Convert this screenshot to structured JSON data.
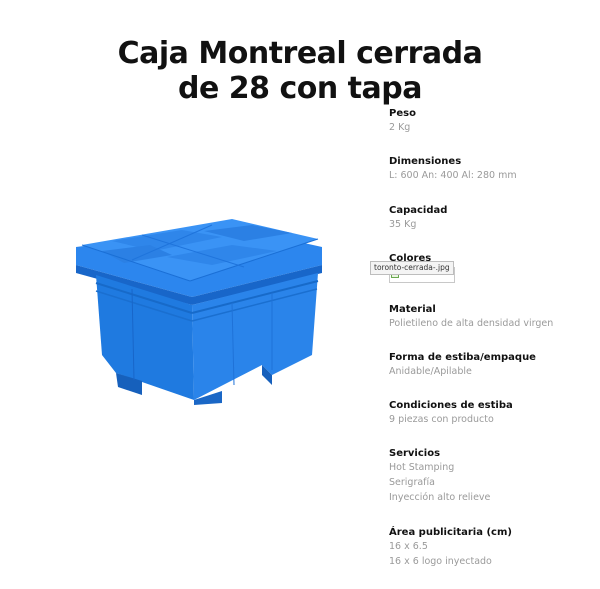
{
  "page": {
    "title_line1": "Caja Montreal cerrada",
    "title_line2": "de 28 con tapa"
  },
  "image": {
    "icon": "blue-plastic-crate-image"
  },
  "colors": {
    "crate_blue": "#1f7ae0",
    "label_gray": "#9a9a9a"
  },
  "specs": {
    "peso": {
      "label": "Peso",
      "values": [
        "2 Kg"
      ]
    },
    "dimensiones": {
      "label": "Dimensiones",
      "values": [
        "L: 600 An: 400 Al: 280 mm"
      ]
    },
    "capacidad": {
      "label": "Capacidad",
      "values": [
        "35 Kg"
      ]
    },
    "colores": {
      "label": "Colores",
      "image_alt": "toronto-cerrada-.jpg"
    },
    "material": {
      "label": "Material",
      "values": [
        "Polietileno de alta densidad virgen"
      ]
    },
    "estiba": {
      "label": "Forma de estiba/empaque",
      "values": [
        "Anidable/Apilable"
      ]
    },
    "condiciones": {
      "label": "Condiciones de estiba",
      "values": [
        "9 piezas con producto"
      ]
    },
    "servicios": {
      "label": "Servicios",
      "values": [
        "Hot Stamping",
        "Serigrafía",
        "Inyección alto relieve"
      ]
    },
    "area": {
      "label": "Área publicitaria (cm)",
      "values": [
        "16 x 6.5",
        "16 x 6 logo inyectado"
      ]
    }
  }
}
